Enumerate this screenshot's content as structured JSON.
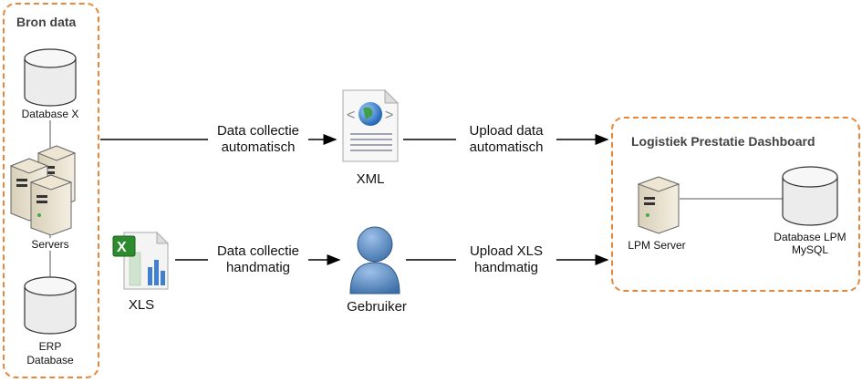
{
  "source_group": {
    "title": "Bron data",
    "database_x": "Database X",
    "servers": "Servers",
    "erp_line1": "ERP",
    "erp_line2": "Database"
  },
  "xml": {
    "label": "XML"
  },
  "xls": {
    "label": "XLS"
  },
  "user": {
    "label": "Gebruiker"
  },
  "edges": {
    "collect_auto_1": "Data collectie",
    "collect_auto_2": "automatisch",
    "upload_auto_1": "Upload data",
    "upload_auto_2": "automatisch",
    "collect_manual_1": "Data collectie",
    "collect_manual_2": "handmatig",
    "upload_manual_1": "Upload XLS",
    "upload_manual_2": "handmatig"
  },
  "dashboard": {
    "title": "Logistiek Prestatie Dashboard",
    "server": "LPM Server",
    "db_line1": "Database LPM",
    "db_line2": "MySQL"
  },
  "colors": {
    "container_border": "#e8873a",
    "user_blue": "#4f7fb8"
  }
}
